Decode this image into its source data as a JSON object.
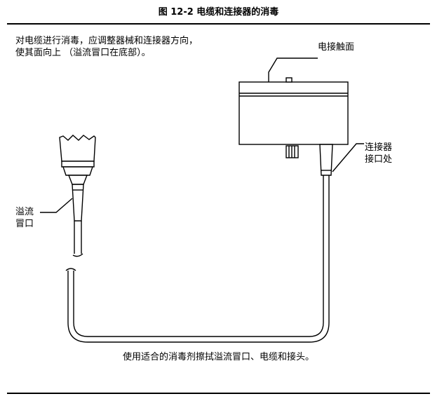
{
  "title": "图 12-2 电缆和连接器的消毒",
  "instruction": {
    "line1": "对电缆进行消毒，应调整器械和连接器方向，",
    "line2": "使其面向上 （溢流冒口在底部）。"
  },
  "labels": {
    "contact_surface": "电接触面",
    "connector_port_line1": "连接器",
    "connector_port_line2": "接口处",
    "overflow_line1": "溢流",
    "overflow_line2": "冒口"
  },
  "caption": "使用适合的消毒剂擦拭溢流冒口、电缆和接头。",
  "colors": {
    "line": "#000000",
    "fill": "#ffffff",
    "background": "#ffffff"
  }
}
